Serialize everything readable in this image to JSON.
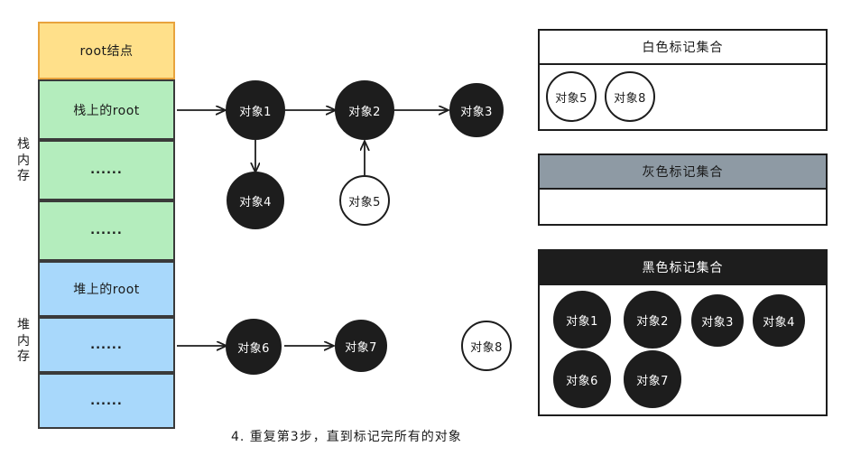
{
  "memory": {
    "stack_label": "栈内存",
    "heap_label": "堆内存",
    "cells": [
      {
        "text": "root结点",
        "kind": "root"
      },
      {
        "text": "栈上的root",
        "kind": "stack"
      },
      {
        "text": "......",
        "kind": "stack"
      },
      {
        "text": "......",
        "kind": "stack"
      },
      {
        "text": "堆上的root",
        "kind": "heap"
      },
      {
        "text": "......",
        "kind": "heap"
      },
      {
        "text": "......",
        "kind": "heap"
      }
    ]
  },
  "graph": {
    "nodes": [
      {
        "label": "对象1",
        "fill": "black"
      },
      {
        "label": "对象2",
        "fill": "black"
      },
      {
        "label": "对象3",
        "fill": "black"
      },
      {
        "label": "对象4",
        "fill": "black"
      },
      {
        "label": "对象5",
        "fill": "white"
      },
      {
        "label": "对象6",
        "fill": "black"
      },
      {
        "label": "对象7",
        "fill": "black"
      },
      {
        "label": "对象8",
        "fill": "white"
      }
    ]
  },
  "panels": {
    "white_set": {
      "title": "白色标记集合",
      "items": [
        {
          "label": "对象5"
        },
        {
          "label": "对象8"
        }
      ]
    },
    "gray_set": {
      "title": "灰色标记集合",
      "items": []
    },
    "black_set": {
      "title": "黑色标记集合",
      "items": [
        {
          "label": "对象1"
        },
        {
          "label": "对象2"
        },
        {
          "label": "对象3"
        },
        {
          "label": "对象4"
        },
        {
          "label": "对象6"
        },
        {
          "label": "对象7"
        }
      ]
    }
  },
  "caption": "4. 重复第3步，直到标记完所有的对象",
  "colors": {
    "root_fill": "#ffe08a",
    "root_border": "#e8a33d",
    "stack_fill": "#b4edbd",
    "heap_fill": "#a8d8fb",
    "gray_header": "#8e9aa4",
    "black_header": "#1d1d1d",
    "stroke": "#1d1d1d"
  }
}
